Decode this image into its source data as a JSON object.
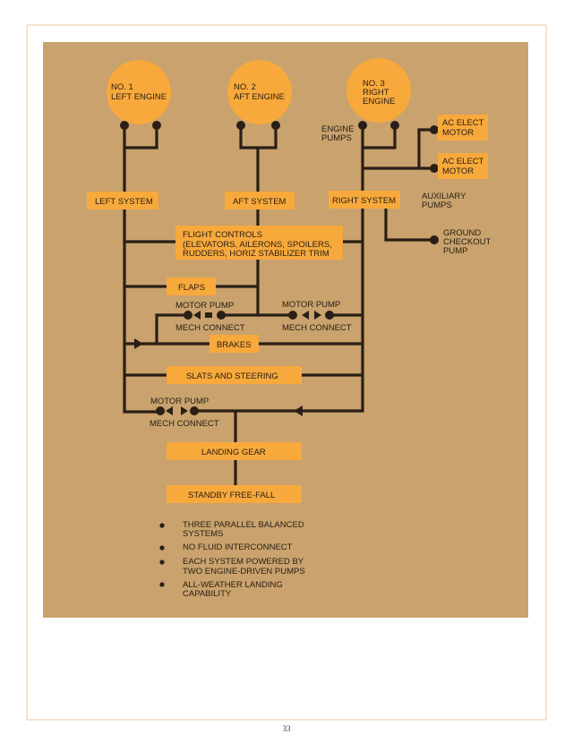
{
  "engines": [
    {
      "lines": [
        "NO. 1",
        "LEFT ENGINE"
      ]
    },
    {
      "lines": [
        "NO. 2",
        "AFT ENGINE"
      ]
    },
    {
      "lines": [
        "NO. 3",
        "RIGHT",
        "ENGINE"
      ]
    }
  ],
  "labels": {
    "engine_pumps": [
      "ENGINE",
      "PUMPS"
    ],
    "auxiliary_pumps": [
      "AUXILIARY",
      "PUMPS"
    ],
    "ground_checkout": [
      "GROUND",
      "CHECKOUT",
      "PUMP"
    ],
    "motor_pump": "MOTOR PUMP",
    "mech_connect": "MECH CONNECT"
  },
  "boxes": {
    "ac_motor": [
      "AC ELECT",
      "MOTOR"
    ],
    "left_system": "LEFT SYSTEM",
    "aft_system": "AFT SYSTEM",
    "right_system": "RIGHT SYSTEM",
    "flight_controls": [
      "FLIGHT CONTROLS",
      "(ELEVATORS, AILERONS, SPOILERS,",
      "RUDDERS, HORIZ STABILIZER TRIM"
    ],
    "flaps": "FLAPS",
    "brakes": "BRAKES",
    "slats": "SLATS AND STEERING",
    "landing_gear": "LANDING GEAR",
    "standby": "STANDBY FREE-FALL"
  },
  "bullets": [
    [
      "THREE PARALLEL BALANCED",
      "SYSTEMS"
    ],
    [
      "NO FLUID INTERCONNECT"
    ],
    [
      "EACH SYSTEM POWERED BY",
      "TWO ENGINE-DRIVEN PUMPS"
    ],
    [
      "ALL-WEATHER LANDING",
      "CAPABILITY"
    ]
  ],
  "page_number": "33",
  "colors": {
    "panel": "#c9a26d",
    "box": "#f8a93c",
    "line": "#2a1f16"
  }
}
